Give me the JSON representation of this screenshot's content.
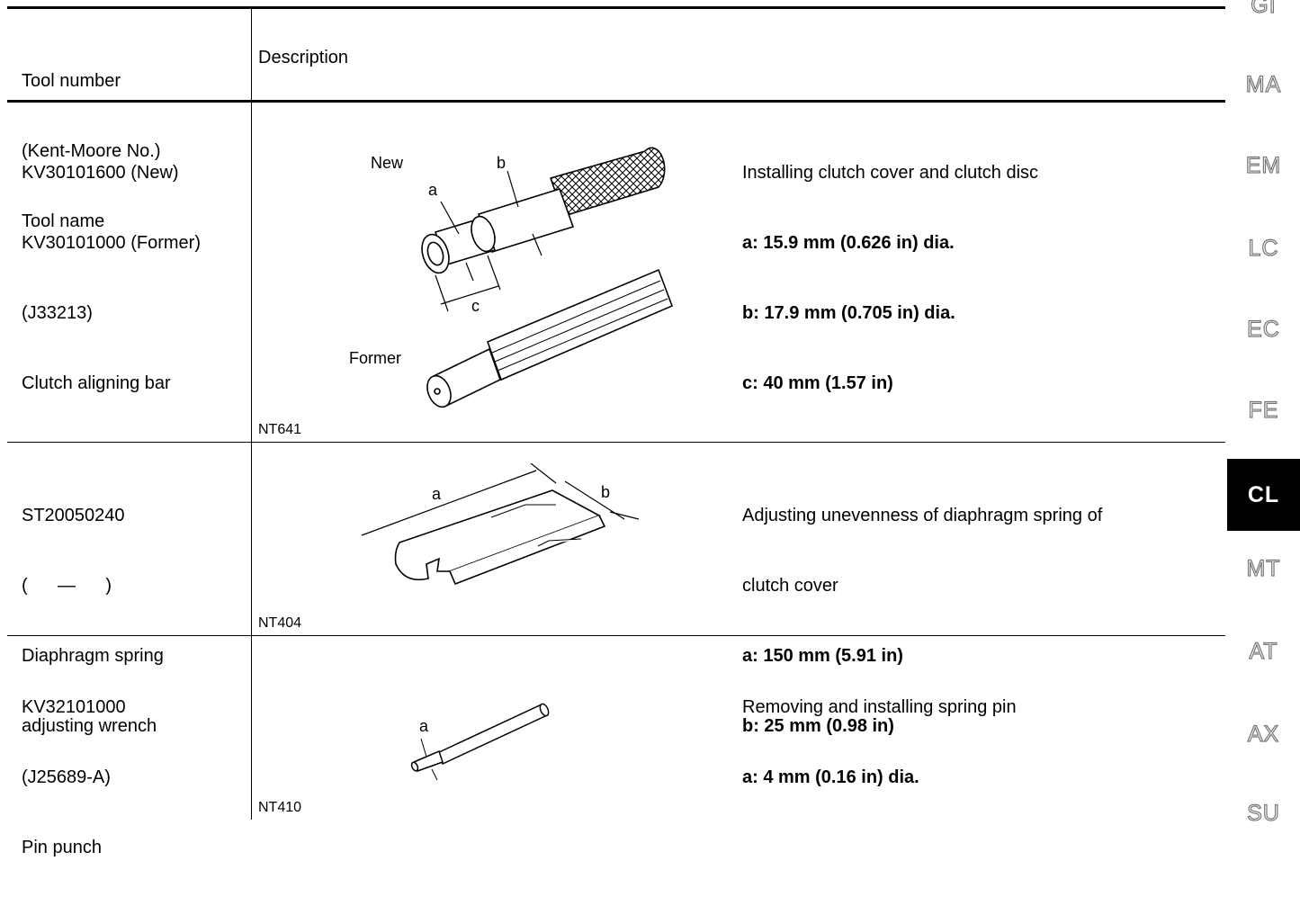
{
  "header": {
    "tool_col": [
      "Tool number",
      "(Kent-Moore No.)",
      "Tool name"
    ],
    "desc_col": "Description"
  },
  "rows": [
    {
      "tool_lines": [
        "KV30101600 (New)",
        "KV30101000 (Former)",
        "(J33213)",
        "Clutch aligning bar"
      ],
      "desc_title": [
        "Installing clutch cover and clutch disc"
      ],
      "desc_specs": [
        "a: 15.9 mm (0.626 in) dia.",
        "b: 17.9 mm (0.705 in) dia.",
        "c: 40 mm (1.57 in)"
      ],
      "image_code": "NT641",
      "image_labels": {
        "new": "New",
        "former": "Former",
        "a": "a",
        "b": "b",
        "c": "c"
      }
    },
    {
      "tool_lines": [
        "ST20050240",
        "(      —      )",
        "Diaphragm spring",
        "adjusting wrench"
      ],
      "desc_title": [
        "Adjusting unevenness of diaphragm spring of",
        "clutch cover"
      ],
      "desc_specs": [
        "a: 150 mm (5.91 in)",
        "b: 25 mm (0.98 in)"
      ],
      "image_code": "NT404",
      "image_labels": {
        "a": "a",
        "b": "b"
      }
    },
    {
      "tool_lines": [
        "KV32101000",
        "(J25689-A)",
        "Pin punch"
      ],
      "desc_title": [
        "Removing and installing spring pin"
      ],
      "desc_specs": [
        "a: 4 mm (0.16 in) dia."
      ],
      "image_code": "NT410",
      "image_labels": {
        "a": "a"
      }
    }
  ],
  "side_tabs": [
    "GI",
    "MA",
    "EM",
    "LC",
    "EC",
    "FE",
    "CL",
    "MT",
    "AT",
    "AX",
    "SU"
  ],
  "active_tab": "CL"
}
